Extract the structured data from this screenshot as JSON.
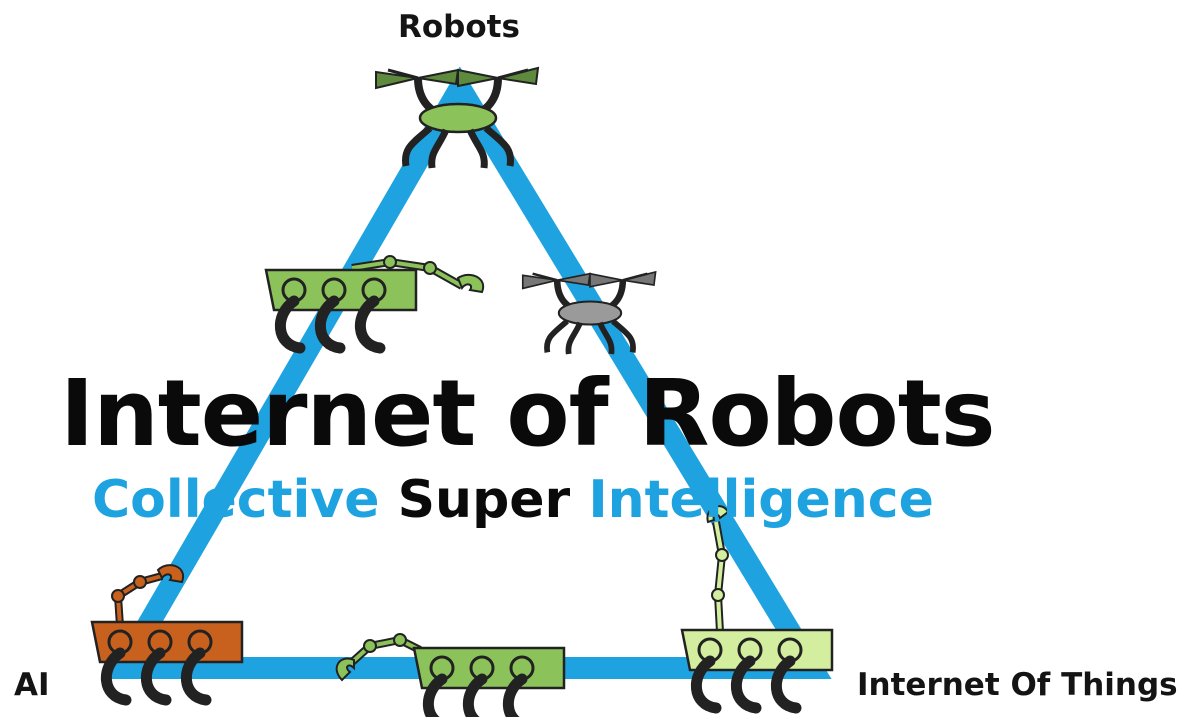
{
  "labels": {
    "top": "Robots",
    "left": "AI",
    "right": "Internet Of Things"
  },
  "title": "Internet of Robots",
  "subtitle": {
    "word1": "Collective",
    "word2": "Super",
    "word3": "Intelligence"
  },
  "colors": {
    "triangle": "#1ea3e0",
    "accent_blue": "#1ea3e0",
    "robot_green": "#8cc25a",
    "robot_dark_green": "#6fa34a",
    "robot_light_green": "#d3ee9e",
    "robot_grey": "#9a9a9a",
    "robot_orange": "#c8601e",
    "text_dark": "#0a0a0a"
  },
  "icons": [
    "drone-green-icon",
    "drone-grey-icon",
    "tank-robot-green-icon",
    "tank-robot-orange-icon",
    "tank-robot-bottom-icon",
    "tank-robot-lightgreen-icon"
  ]
}
